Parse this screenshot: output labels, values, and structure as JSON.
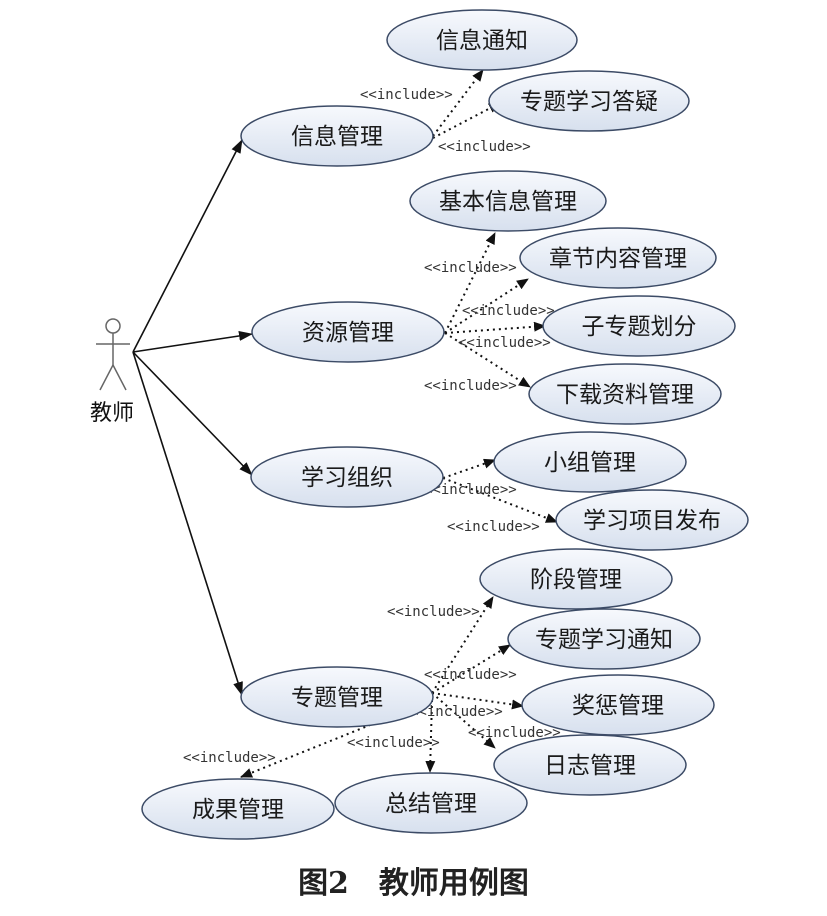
{
  "actor": {
    "label": "教师"
  },
  "include_label": "<<include>>",
  "use_cases": {
    "info_mgmt": "信息管理",
    "info_notice": "信息通知",
    "topic_qa": "专题学习答疑",
    "resource_mgmt": "资源管理",
    "basic_info_mgmt": "基本信息管理",
    "chapter_mgmt": "章节内容管理",
    "subtopic_division": "子专题划分",
    "download_mgmt": "下载资料管理",
    "study_org": "学习组织",
    "group_mgmt": "小组管理",
    "project_publish": "学习项目发布",
    "topic_mgmt": "专题管理",
    "stage_mgmt": "阶段管理",
    "topic_notice": "专题学习通知",
    "reward_mgmt": "奖惩管理",
    "log_mgmt": "日志管理",
    "summary_mgmt": "总结管理",
    "result_mgmt": "成果管理"
  },
  "caption": "图2　教师用例图"
}
